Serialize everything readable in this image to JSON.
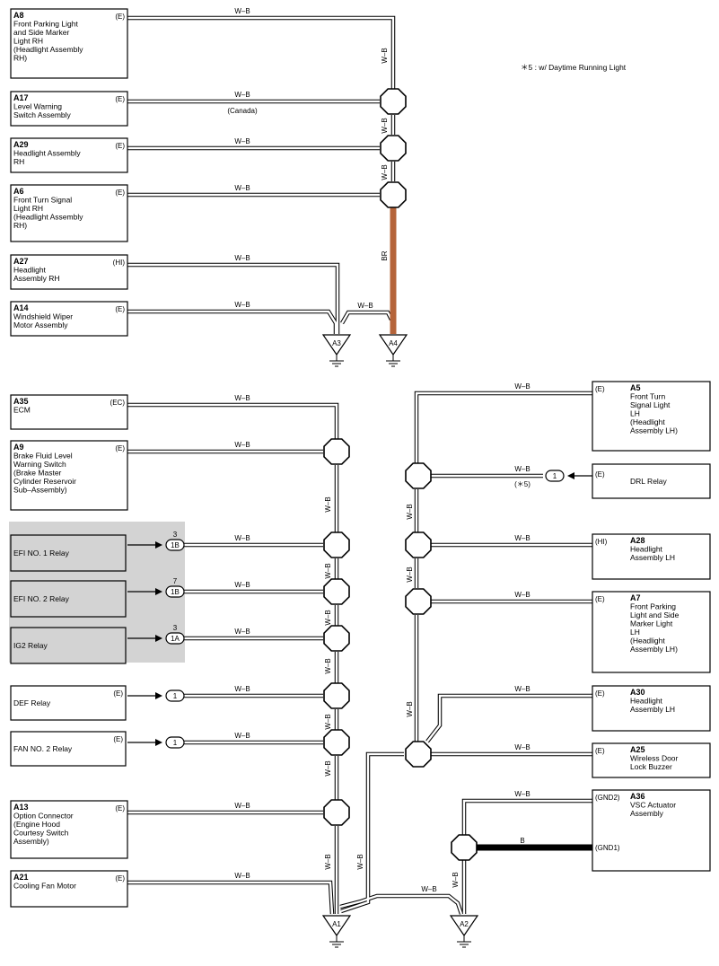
{
  "note": "＊5 : w/ Daytime Running Light",
  "boxes": [
    {
      "code": "A8",
      "lines": [
        "Front Parking Light",
        "and Side Marker",
        "Light RH",
        "(Headlight Assembly",
        " RH)"
      ],
      "tag": "(E)"
    },
    {
      "code": "A17",
      "lines": [
        "Level Warning",
        "Switch Assembly"
      ],
      "tag": "(E)"
    },
    {
      "code": "A29",
      "lines": [
        "Headlight Assembly",
        "RH"
      ],
      "tag": "(E)"
    },
    {
      "code": "A6",
      "lines": [
        "Front Turn Signal",
        "Light RH",
        "(Headlight Assembly",
        " RH)"
      ],
      "tag": "(E)"
    },
    {
      "code": "A27",
      "lines": [
        "Headlight",
        "Assembly RH"
      ],
      "tag": "(HI)"
    },
    {
      "code": "A14",
      "lines": [
        "Windshield Wiper",
        "Motor Assembly"
      ],
      "tag": "(E)"
    },
    {
      "code": "A35",
      "lines": [
        "ECM"
      ],
      "tag": "(EC)"
    },
    {
      "code": "A9",
      "lines": [
        "Brake Fluid Level",
        "Warning Switch",
        "(Brake Master",
        " Cylinder Reservoir",
        " Sub–Assembly)"
      ],
      "tag": "(E)"
    },
    {
      "code": "",
      "lines": [
        "EFI NO. 1 Relay"
      ],
      "tag": ""
    },
    {
      "code": "",
      "lines": [
        "EFI NO. 2 Relay"
      ],
      "tag": ""
    },
    {
      "code": "",
      "lines": [
        "IG2 Relay"
      ],
      "tag": ""
    },
    {
      "code": "",
      "lines": [
        "DEF Relay"
      ],
      "tag": "(E)"
    },
    {
      "code": "",
      "lines": [
        "FAN NO. 2 Relay"
      ],
      "tag": "(E)"
    },
    {
      "code": "A13",
      "lines": [
        "Option Connector",
        "(Engine Hood",
        " Courtesy Switch",
        " Assembly)"
      ],
      "tag": "(E)"
    },
    {
      "code": "A21",
      "lines": [
        "Cooling Fan Motor"
      ],
      "tag": "(E)"
    },
    {
      "code": "A5",
      "lines": [
        "Front Turn",
        "Signal Light",
        "LH",
        "(Headlight",
        " Assembly LH)"
      ],
      "tag": "(E)"
    },
    {
      "code": "",
      "lines": [
        "DRL Relay"
      ],
      "tag": "(E)"
    },
    {
      "code": "A28",
      "lines": [
        "Headlight",
        "Assembly LH"
      ],
      "tag": "(HI)"
    },
    {
      "code": "A7",
      "lines": [
        "Front Parking",
        "Light and Side",
        "Marker Light",
        "LH",
        "(Headlight",
        " Assembly LH)"
      ],
      "tag": "(E)"
    },
    {
      "code": "A30",
      "lines": [
        "Headlight",
        "Assembly LH"
      ],
      "tag": "(E)"
    },
    {
      "code": "A25",
      "lines": [
        "Wireless Door",
        "Lock Buzzer"
      ],
      "tag": "(E)"
    },
    {
      "code": "A36",
      "lines": [
        "VSC Actuator",
        "Assembly"
      ],
      "tag": "(GND2)",
      "tag2": "(GND1)"
    }
  ],
  "grounds": [
    "A3",
    "A4",
    "A1",
    "A2"
  ],
  "connectors": [
    {
      "id": "efi1",
      "pin": "3",
      "label": "1B"
    },
    {
      "id": "efi2",
      "pin": "7",
      "label": "1B"
    },
    {
      "id": "ig2",
      "pin": "3",
      "label": "1A"
    },
    {
      "id": "def",
      "pin": "",
      "label": "1"
    },
    {
      "id": "fan",
      "pin": "",
      "label": "1"
    },
    {
      "id": "drl",
      "pin": "",
      "label": "1"
    }
  ],
  "wire_color_wb": "W–B",
  "wire_color_br": "BR",
  "wire_color_b": "B",
  "canada": "(Canada)",
  "star5": "(＊5)",
  "colors": {
    "br_wire": "#b5643a",
    "shade": "#d3d3d3",
    "ink": "#000000"
  }
}
